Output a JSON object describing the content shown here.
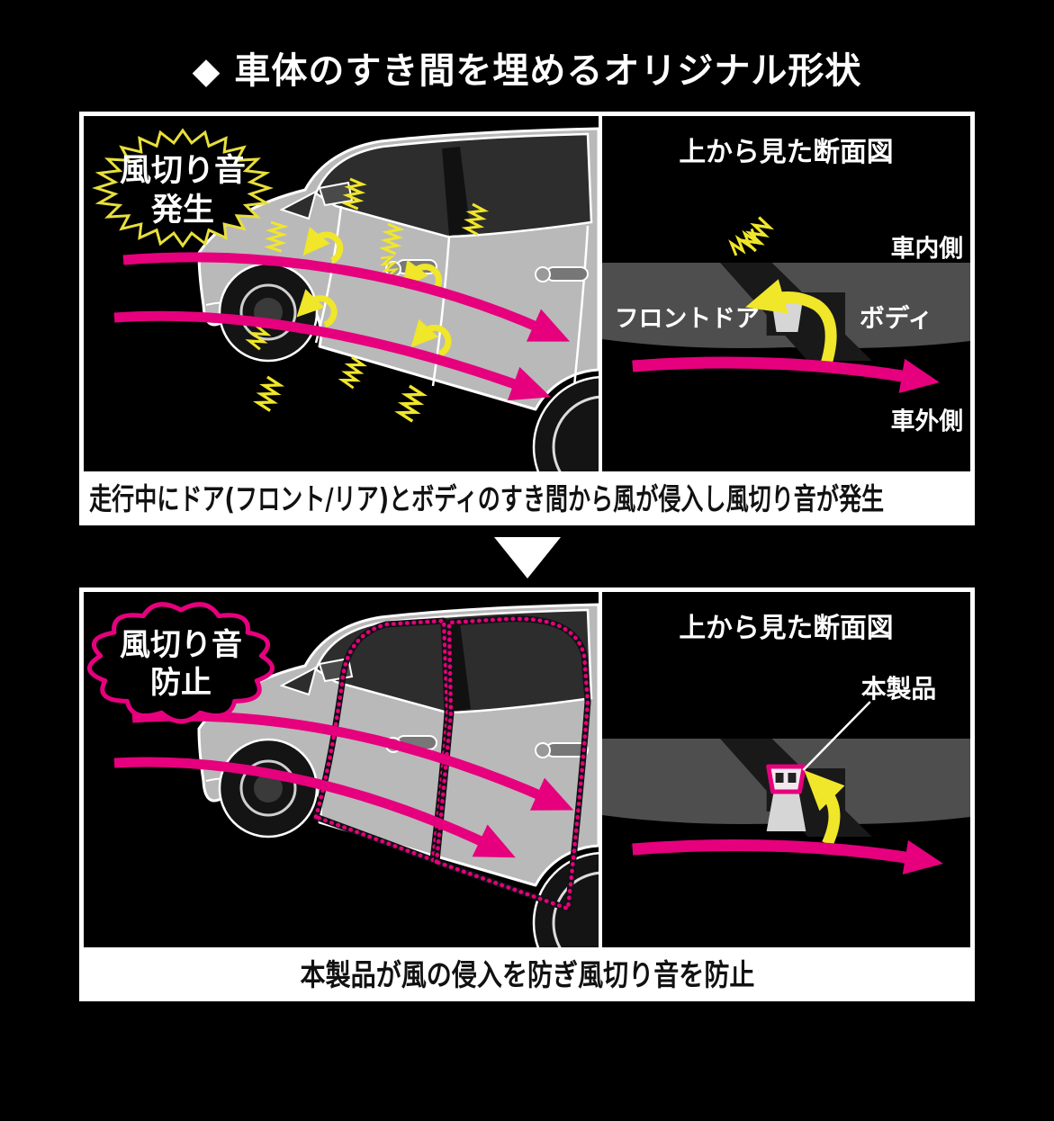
{
  "title": "◆ 車体のすき間を埋めるオリジナル形状",
  "colors": {
    "pink": "#e6007e",
    "yellow": "#f0e62a",
    "car_gray": "#b9b9b9",
    "panel_band_gray": "#4e4e4e",
    "background": "#000000",
    "frame_white": "#ffffff"
  },
  "icons": {
    "down-arrow-icon": "▼",
    "burst-icon": "✹",
    "cloud-icon": "☁",
    "swirl-arrow-icon": "↺",
    "zigzag-noise-icon": "〰",
    "diamond-icon": "◆"
  },
  "before": {
    "badge": {
      "line1": "風切り音",
      "line2": "発生"
    },
    "cross_section": {
      "heading": "上から見た断面図",
      "interior_label": "車内側",
      "front_door_label": "フロントドア",
      "body_label": "ボディ",
      "exterior_label": "車外側"
    },
    "caption": "走行中にドア(フロント/リア)とボディのすき間から風が侵入し風切り音が発生"
  },
  "after": {
    "badge": {
      "line1": "風切り音",
      "line2": "防止"
    },
    "cross_section": {
      "heading": "上から見た断面図",
      "product_label": "本製品"
    },
    "caption": "本製品が風の侵入を防ぎ風切り音を防止"
  }
}
